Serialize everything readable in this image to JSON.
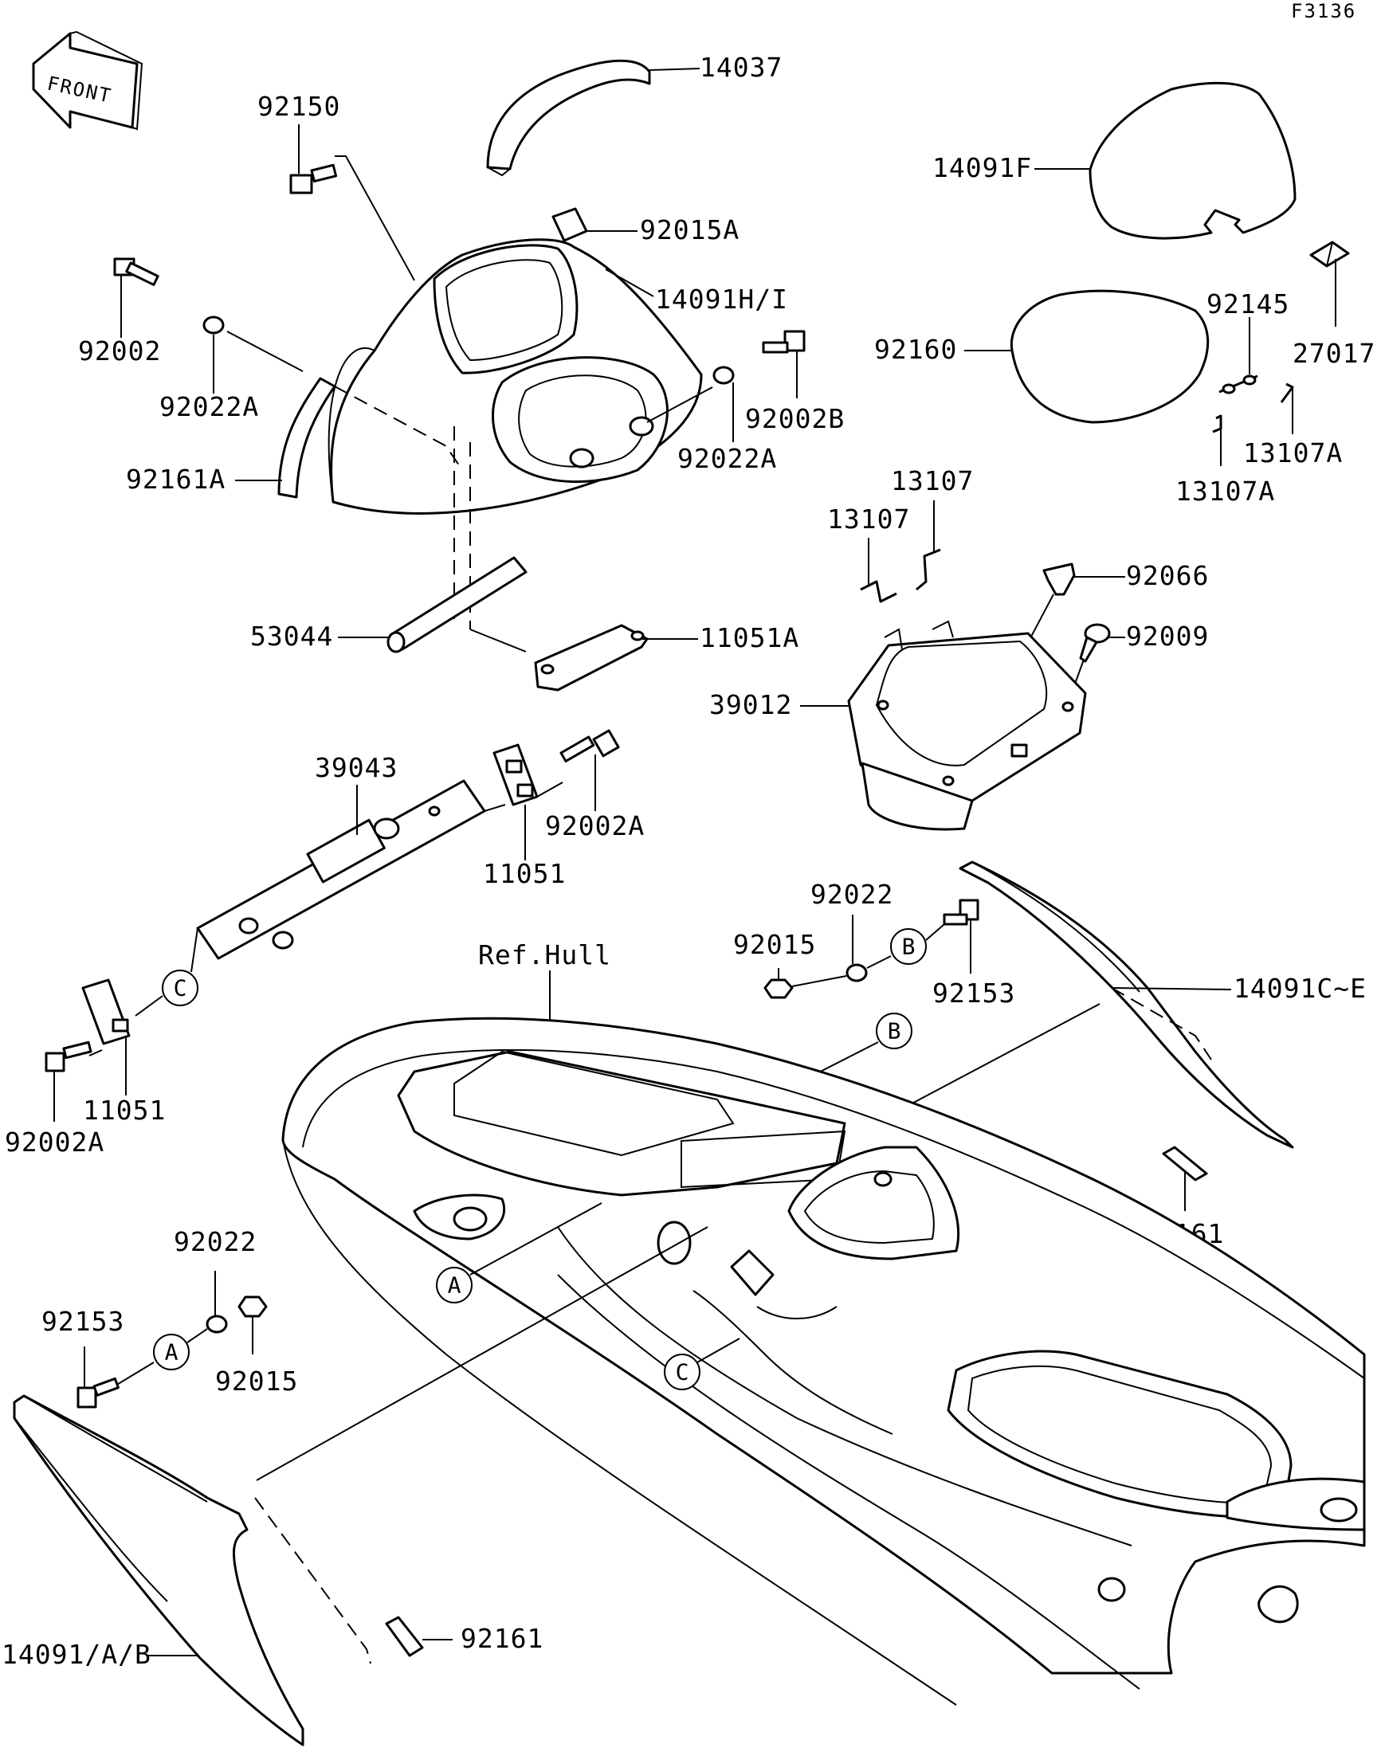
{
  "figure_code": "F3136",
  "front_label": "FRONT",
  "ref_hull_label": "Ref.Hull",
  "parts": {
    "p14037": "14037",
    "p92150": "92150",
    "p92015A": "92015A",
    "p14091HI": "14091H/I",
    "p92002": "92002",
    "p92022A_left": "92022A",
    "p92161A": "92161A",
    "p92002B": "92002B",
    "p92022A_right": "92022A",
    "p53044": "53044",
    "p11051A": "11051A",
    "p39043": "39043",
    "p92002A_top": "92002A",
    "p11051_top": "11051",
    "p11051_bottom": "11051",
    "p92002A_bottom": "92002A",
    "p14091F": "14091F",
    "p92145": "92145",
    "p27017": "27017",
    "p92160": "92160",
    "p13107A_right": "13107A",
    "p13107A_left": "13107A",
    "p13107_upper": "13107",
    "p13107_lower": "13107",
    "p92066": "92066",
    "p92009": "92009",
    "p39012": "39012",
    "p92022_mid": "92022",
    "p92015_mid": "92015",
    "p92153_mid": "92153",
    "p14091CE": "14091C~E",
    "p92161_right": "92161",
    "p92022_low": "92022",
    "p92153_low": "92153",
    "p92015_low": "92015",
    "p14091AB": "14091/A/B",
    "p92161_low": "92161"
  },
  "callouts": {
    "A": "A",
    "B": "B",
    "C": "C"
  }
}
